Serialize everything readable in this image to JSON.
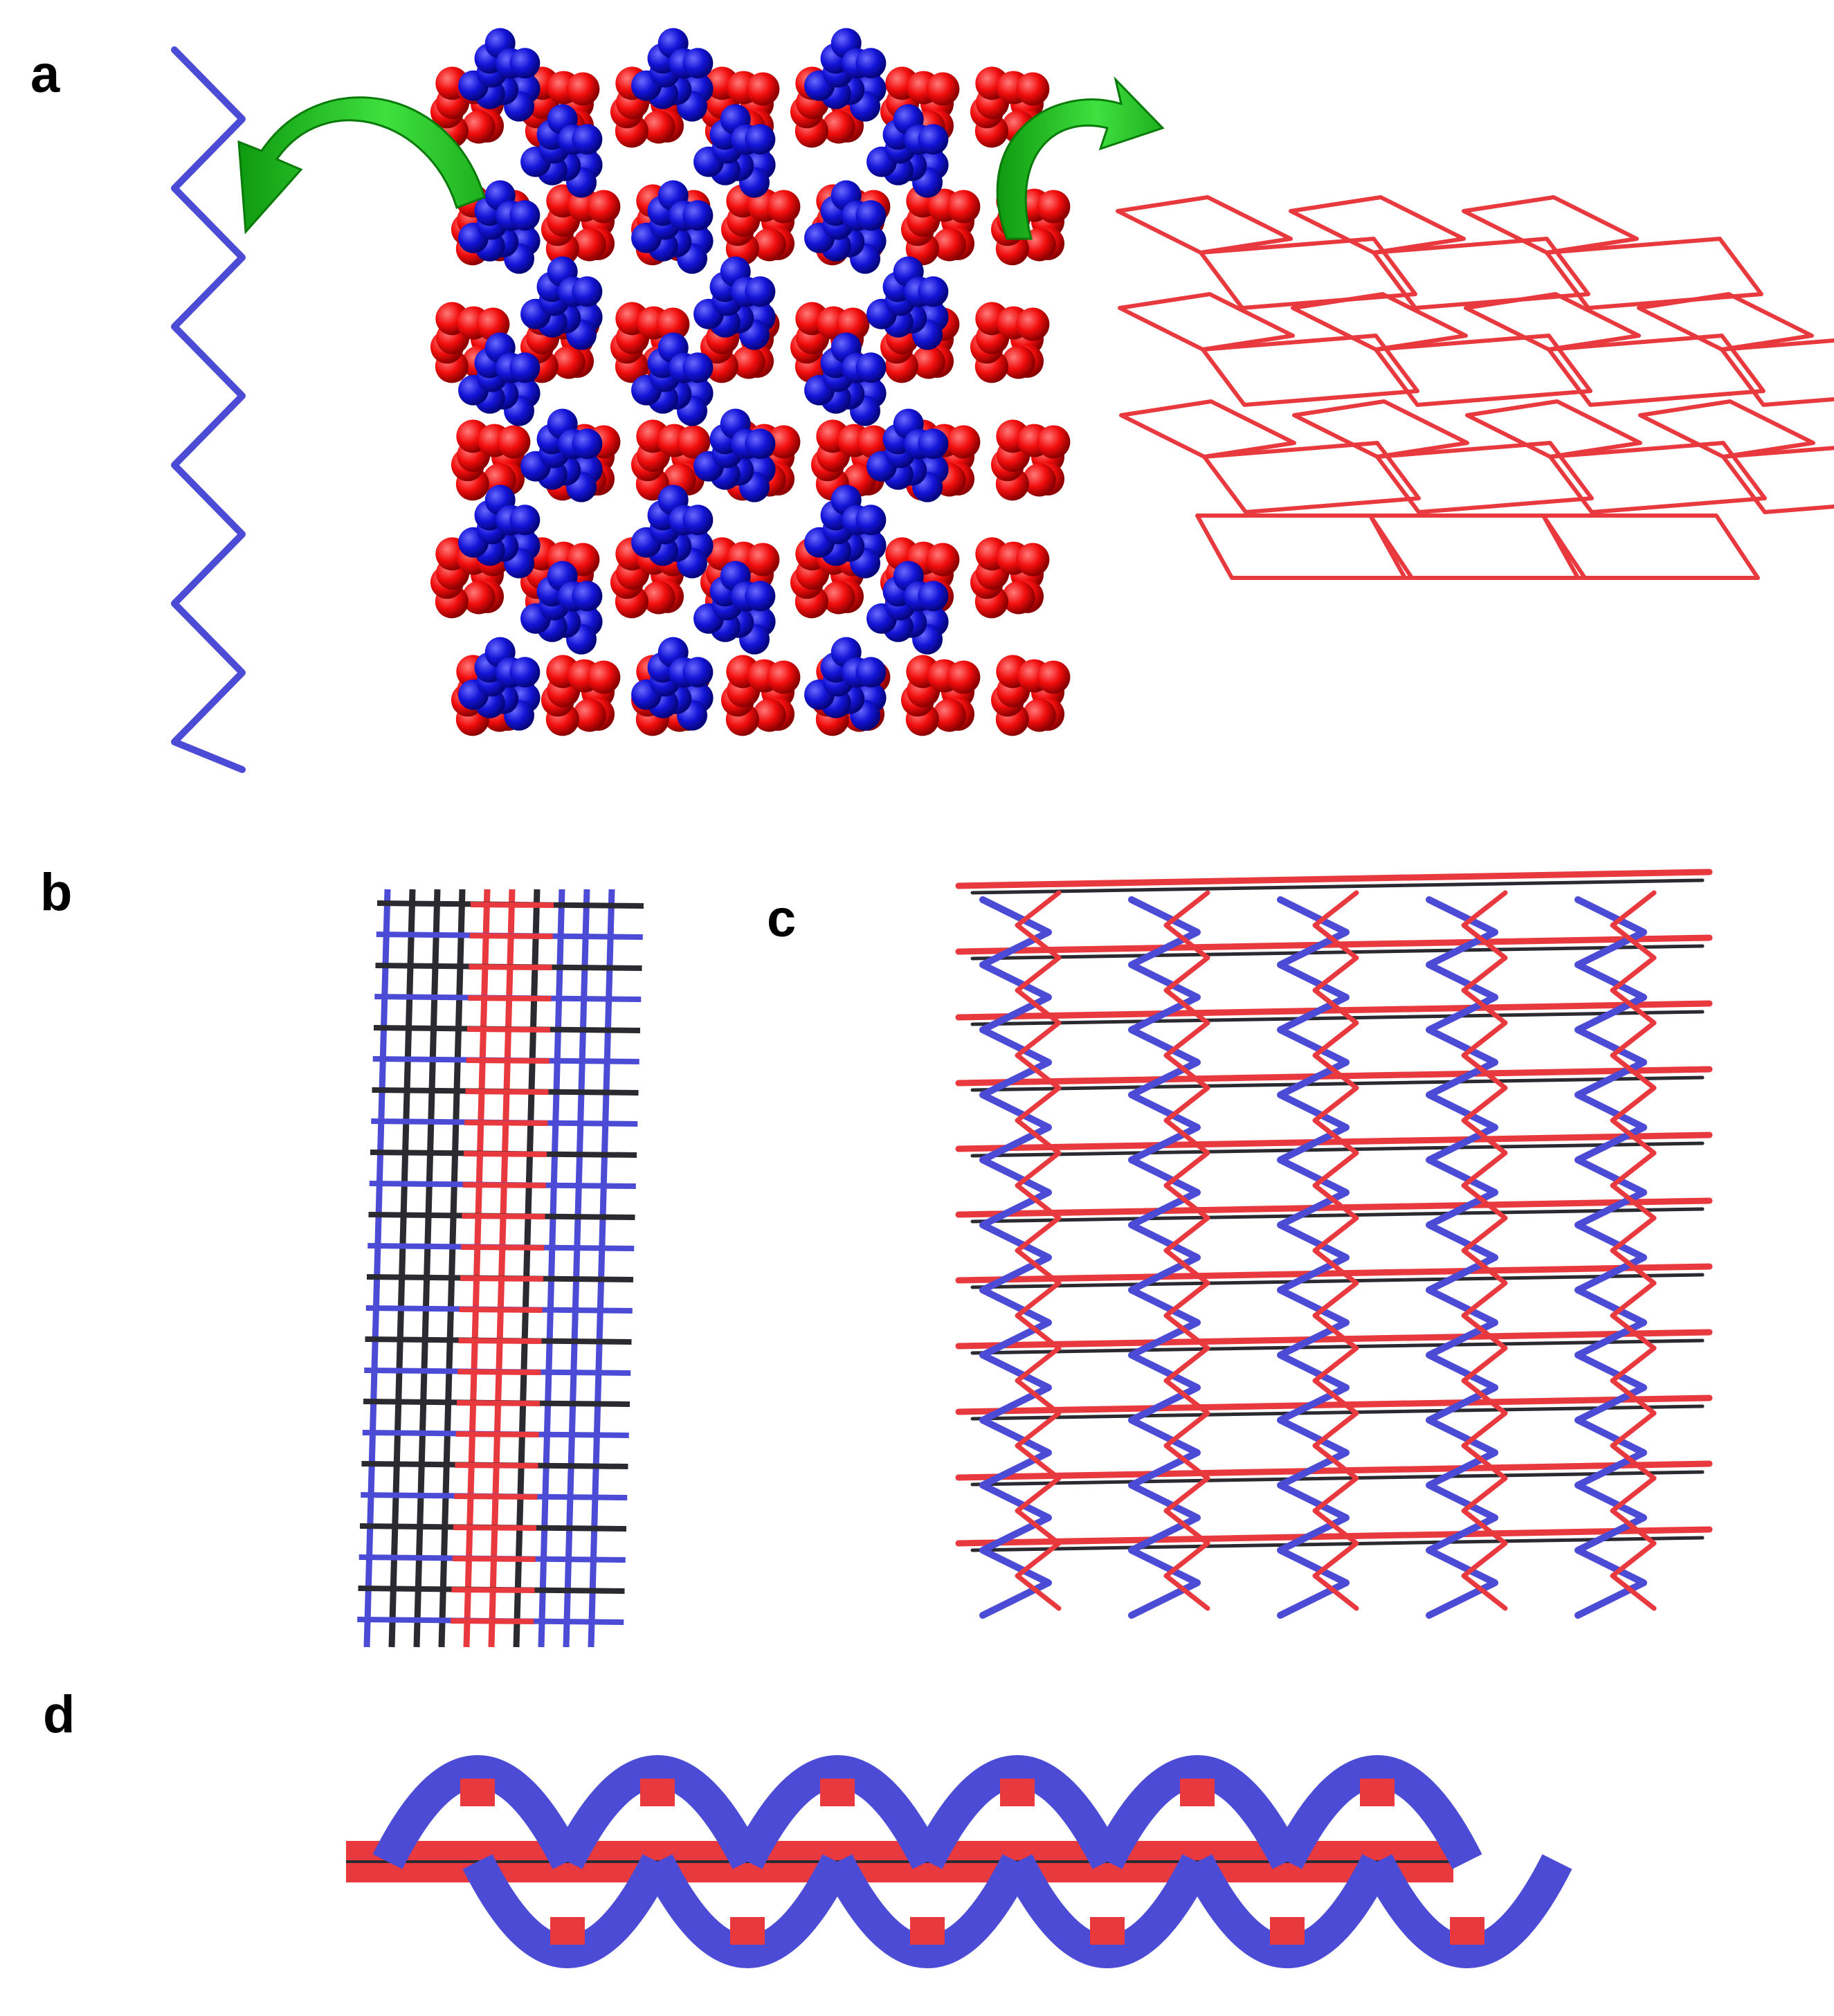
{
  "panels": [
    {
      "label": "a"
    },
    {
      "label": "b"
    },
    {
      "label": "c"
    },
    {
      "label": "d"
    }
  ],
  "colors": {
    "blue_chain": "#4b4bd6",
    "blue_sphere": "#1414d8",
    "red_sphere": "#f20d0d",
    "red_net": "#e8393f",
    "dark_rod": "#2a2a30",
    "arrow_green": "#22cc22",
    "background": "#ffffff"
  },
  "icons": {
    "arrow_left": "curved-arrow-icon",
    "arrow_right": "curved-arrow-icon"
  }
}
